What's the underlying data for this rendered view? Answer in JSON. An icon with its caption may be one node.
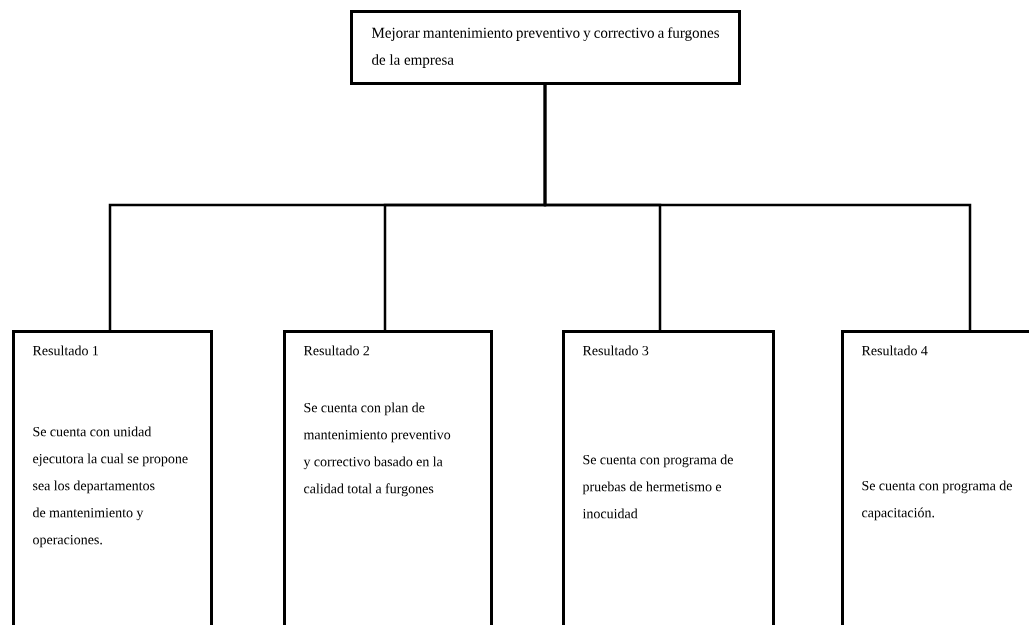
{
  "diagram": {
    "nodes": [
      {
        "text": [
          "Mejorar mantenimiento preventivo y correctivo a furgones de la empresa"
        ]
      },
      {
        "text": [
          "Resultado 1",
          "Se cuenta con unidad ejecutora la cual se propone sea los departamentos de mantenimiento y operaciones."
        ]
      },
      {
        "text": [
          "Resultado 2",
          "Se cuenta con plan de mantenimiento preventivo y correctivo basado en la calidad total a furgones"
        ]
      },
      {
        "text": [
          "Resultado 3",
          "Se cuenta con programa de pruebas de hermetismo e inocuidad"
        ]
      },
      {
        "text": [
          "Resultado 4",
          "Se cuenta con programa de capacitación."
        ]
      }
    ],
    "edges": [
      {
        "from": 0,
        "to": 1,
        "arrow": "none"
      },
      {
        "from": 0,
        "to": 2,
        "arrow": "none"
      },
      {
        "from": 0,
        "to": 3,
        "arrow": "none"
      },
      {
        "from": 0,
        "to": 4,
        "arrow": "none"
      }
    ]
  }
}
